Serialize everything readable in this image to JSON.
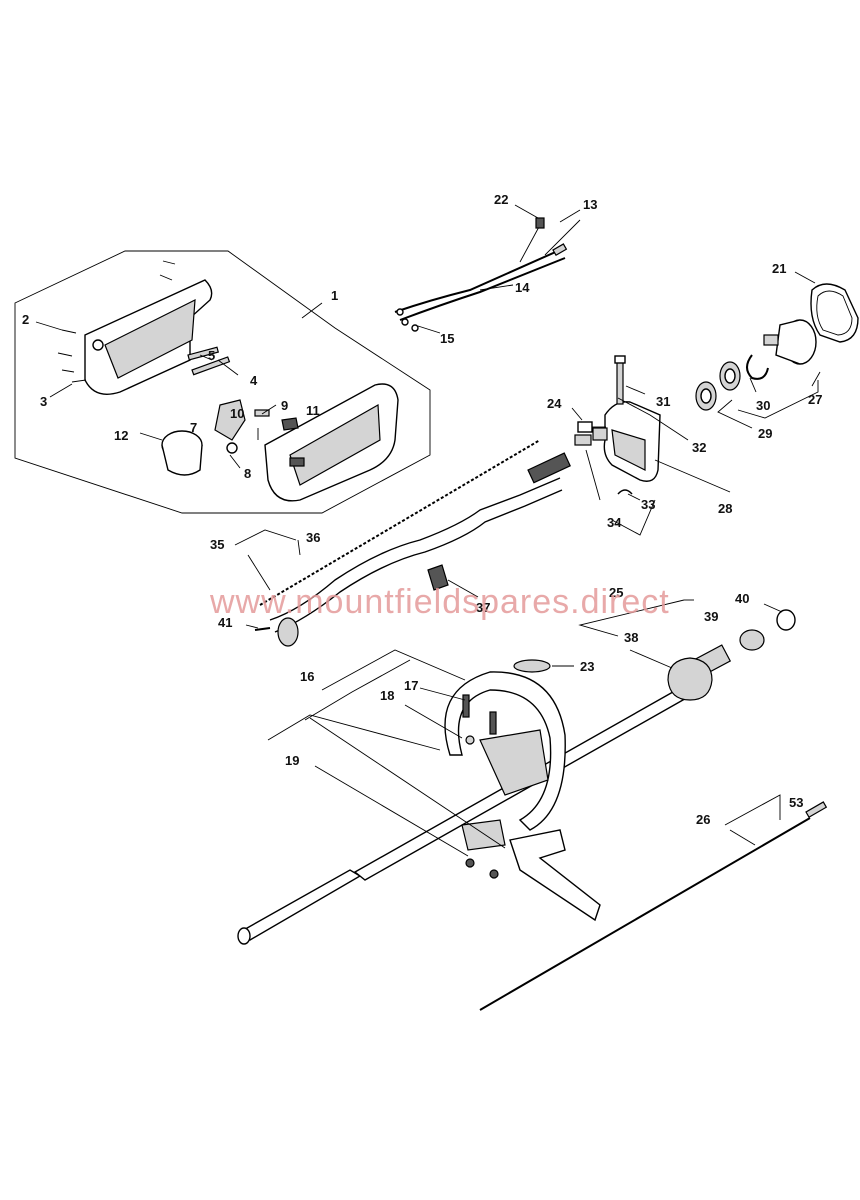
{
  "diagram": {
    "labels": {
      "p1": "1",
      "p2": "2",
      "p3": "3",
      "p4": "4",
      "p5": "5",
      "p7": "7",
      "p8": "8",
      "p9": "9",
      "p10": "10",
      "p11": "11",
      "p12": "12",
      "p13": "13",
      "p14": "14",
      "p15": "15",
      "p16": "16",
      "p17": "17",
      "p18": "18",
      "p19": "19",
      "p21": "21",
      "p22": "22",
      "p23": "23",
      "p24": "24",
      "p25": "25",
      "p26": "26",
      "p27": "27",
      "p28": "28",
      "p29": "29",
      "p30": "30",
      "p31": "31",
      "p32": "32",
      "p33": "33",
      "p34": "34",
      "p35": "35",
      "p36": "36",
      "p37": "37",
      "p38": "38",
      "p39": "39",
      "p40": "40",
      "p41": "41",
      "p53": "53"
    },
    "watermark": "www.mountfieldspares.direct"
  }
}
